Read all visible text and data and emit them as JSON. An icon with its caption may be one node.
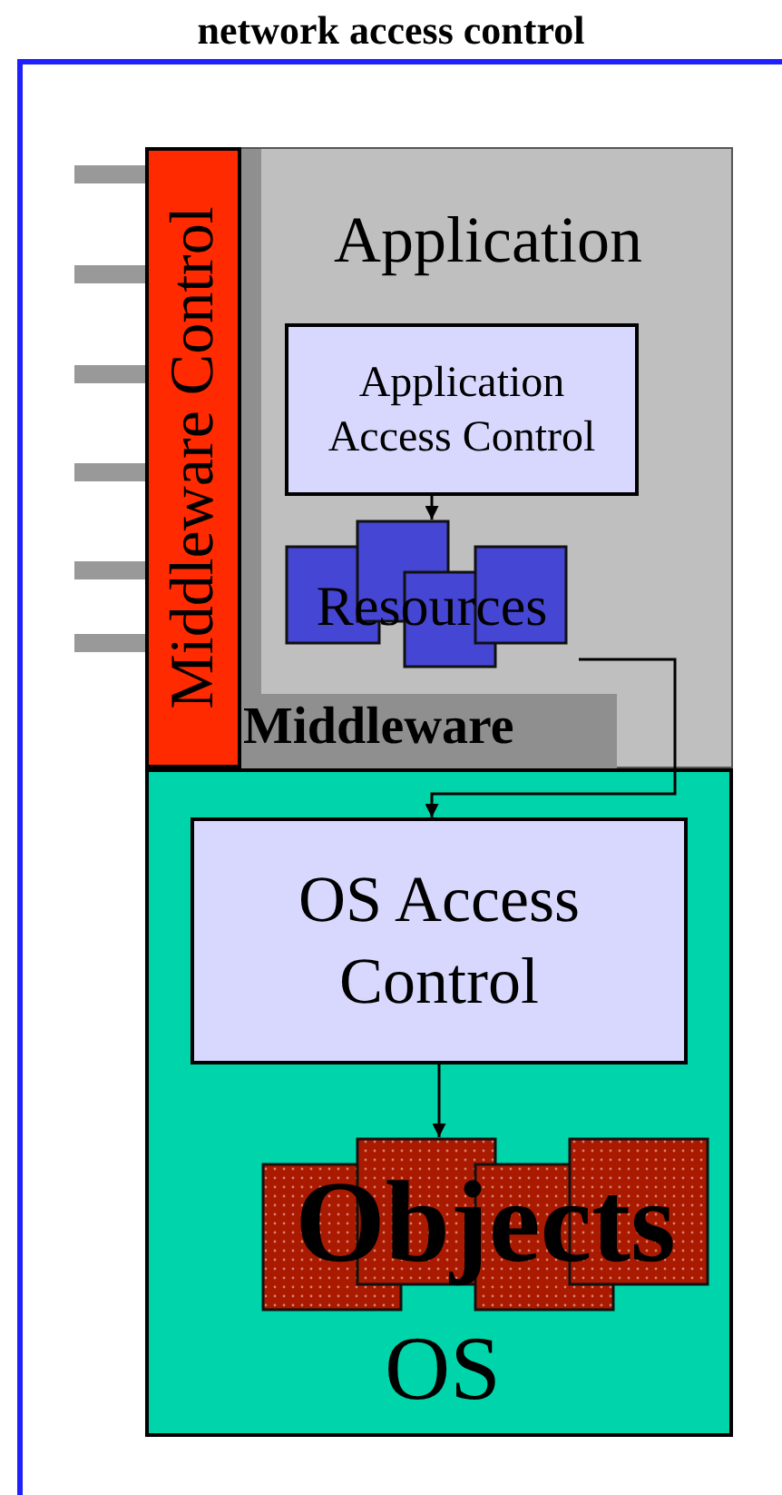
{
  "diagram": {
    "title": "network access control",
    "nodes": [
      {
        "text": [
          "Application"
        ]
      },
      {
        "text": [
          "Application Access Control"
        ],
        "in": 0
      },
      {
        "text": [
          "Resources"
        ],
        "in": 0
      },
      {
        "text": [
          "Middleware"
        ],
        "in": 0
      },
      {
        "text": [
          "Middleware Control"
        ],
        "in": 0
      },
      {
        "text": [
          "OS"
        ]
      },
      {
        "text": [
          "OS Access Control"
        ],
        "in": 5
      },
      {
        "text": [
          "Objects"
        ],
        "in": 5
      }
    ],
    "edges": [
      {
        "from": 1,
        "to": 2,
        "arrow": "to"
      },
      {
        "from": 2,
        "to": 6,
        "arrow": "to"
      },
      {
        "from": 6,
        "to": 7,
        "arrow": "to"
      }
    ]
  }
}
